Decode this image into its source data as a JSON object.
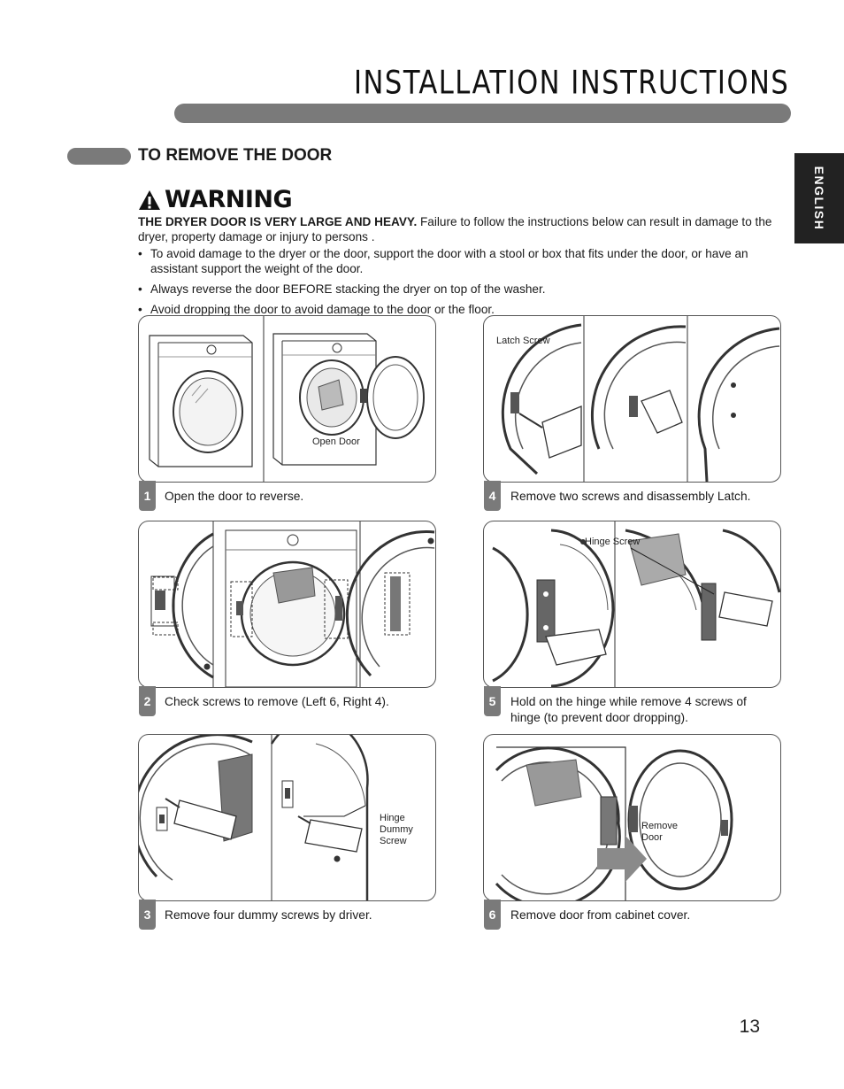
{
  "header": {
    "title": "INSTALLATION INSTRUCTIONS"
  },
  "section": {
    "title": "TO REMOVE THE DOOR"
  },
  "language_tab": "ENGLISH",
  "warning": {
    "heading": "WARNING",
    "lead_bold": "THE DRYER DOOR IS VERY LARGE AND HEAVY.",
    "lead_rest": " Failure to follow the instructions below can result in damage to the dryer, property damage or injury to persons .",
    "bullets": [
      "To avoid damage to the dryer or the door, support the door with a stool or box that fits under the door, or have an assistant support the weight of the door.",
      "Always reverse the door BEFORE stacking the dryer on top of the washer.",
      "Avoid dropping the door to avoid damage to the door or the floor."
    ]
  },
  "steps": [
    {
      "num": "1",
      "text": "Open the door to reverse.",
      "labels": [
        "Open Door"
      ]
    },
    {
      "num": "2",
      "text": "Check screws to remove (Left 6, Right 4).",
      "labels": []
    },
    {
      "num": "3",
      "text": "Remove  four dummy screws by driver.",
      "labels": [
        "Hinge",
        "Dummy",
        "Screw"
      ]
    },
    {
      "num": "4",
      "text": "Remove two screws and disassembly Latch.",
      "labels": [
        "Latch Screw"
      ]
    },
    {
      "num": "5",
      "text_line1": "Hold on the hinge while remove 4 screws of",
      "text_line2": "hinge (to prevent door dropping).",
      "labels": [
        "Hinge Screw"
      ]
    },
    {
      "num": "6",
      "text": "Remove door from cabinet cover.",
      "labels": [
        "Remove",
        "Door"
      ]
    }
  ],
  "page_number": "13",
  "colors": {
    "pill_gray": "#7a7a7a",
    "tab_black": "#222222"
  }
}
